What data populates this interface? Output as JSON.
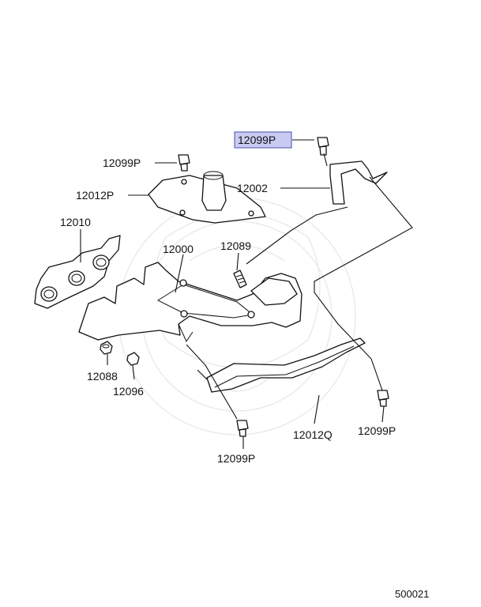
{
  "diagram": {
    "callouts": {
      "c12099p_top": "12099P",
      "c12099p_left": "12099P",
      "c12002": "12002",
      "c12012p": "12012P",
      "c12010": "12010",
      "c12000": "12000",
      "c12089": "12089",
      "c12088": "12088",
      "c12096": "12096",
      "c12012q": "12012Q",
      "c12099p_right": "12099P",
      "c12099p_bottom": "12099P"
    },
    "figure_code": "500021",
    "highlight_color": "#c9cbf2"
  }
}
